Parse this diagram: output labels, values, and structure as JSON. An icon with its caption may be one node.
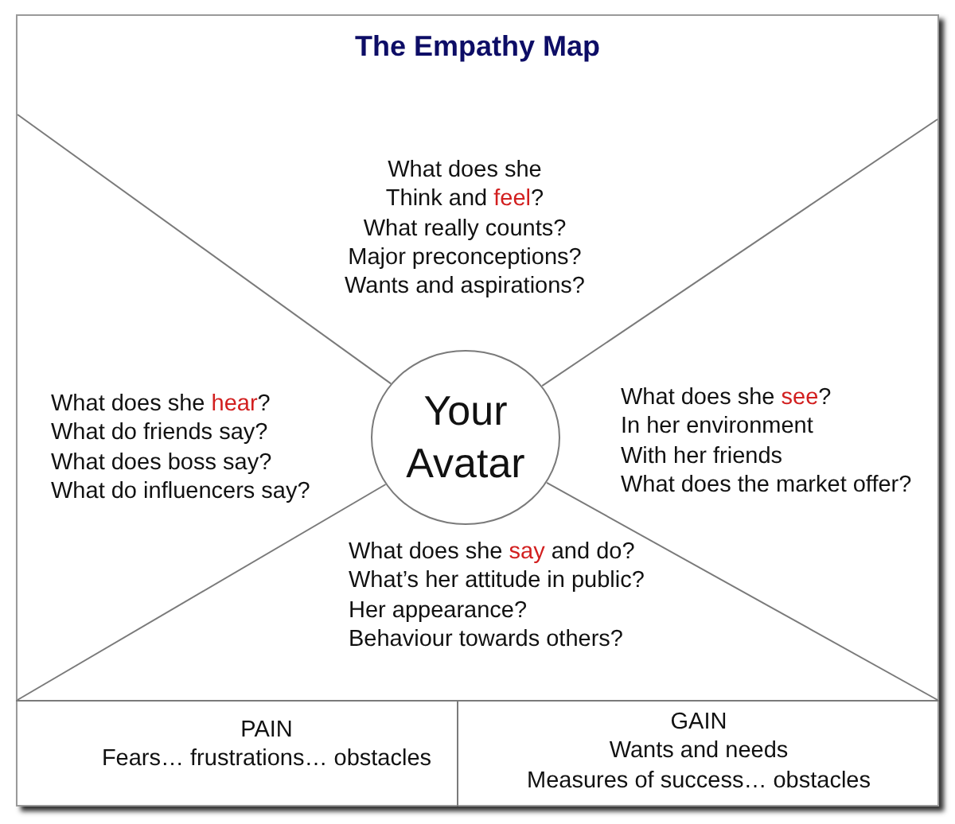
{
  "diagram": {
    "title": "The Empathy Map",
    "nodes": [
      {
        "text": [
          "What does she Think and **feel**?",
          "What really counts?",
          "Major preconceptions?",
          "Wants and aspirations?"
        ]
      },
      {
        "text": [
          "What does she **hear**?",
          "What do friends say?",
          "What does boss say?",
          "What do influencers say?"
        ]
      },
      {
        "text": [
          "Your Avatar"
        ]
      },
      {
        "text": [
          "What does she **see**?",
          "In her environment",
          "With her friends",
          "What does the market offer?"
        ]
      },
      {
        "text": [
          "What does she **say** and do?",
          "What’s her attitude in public?",
          "Her appearance?",
          "Behaviour towards others?"
        ]
      },
      {
        "text": [
          "PAIN",
          "Fears… frustrations… obstacles"
        ]
      },
      {
        "text": [
          "GAIN",
          "Wants and needs",
          "Measures of success… obstacles"
        ]
      }
    ]
  }
}
